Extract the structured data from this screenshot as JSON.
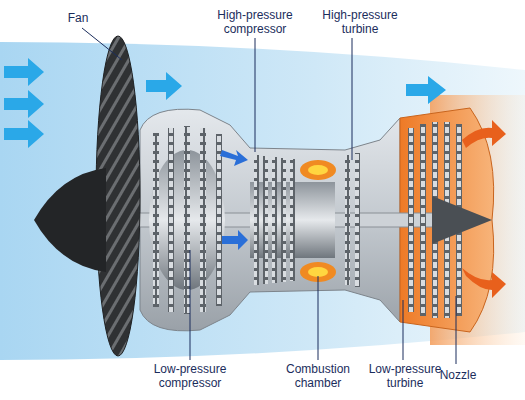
{
  "diagram": {
    "labels": [
      "Fan",
      "High-pressure compressor",
      "High-pressure turbine",
      "Low-pressure compressor",
      "Combustion chamber",
      "Low-pressure turbine",
      "Nozzle"
    ]
  }
}
